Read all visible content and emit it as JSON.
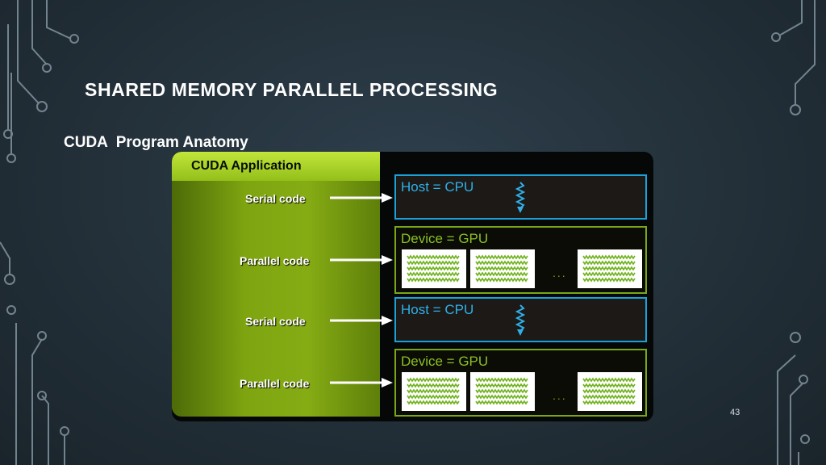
{
  "slide": {
    "title": "SHARED MEMORY PARALLEL PROCESSING",
    "subtitle": "CUDA  Program Anatomy",
    "page_number": "43"
  },
  "diagram": {
    "app_title": "CUDA Application",
    "code_labels": [
      "Serial code",
      "Parallel code",
      "Serial code",
      "Parallel code"
    ],
    "host_label": "Host = CPU",
    "device_label": "Device = GPU",
    "ellipsis": "...",
    "colors": {
      "host_border": "#1aa2d8",
      "device_border": "#7aa618",
      "app_green": "#86ac14"
    }
  }
}
